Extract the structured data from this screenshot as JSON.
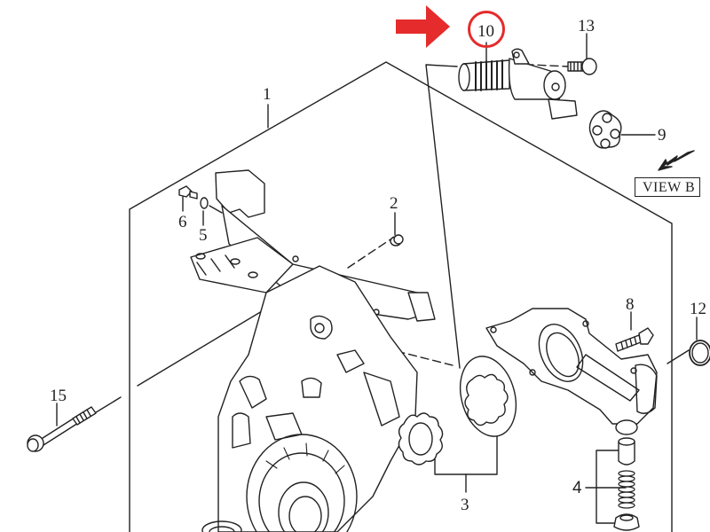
{
  "diagram": {
    "type": "exploded-parts-diagram",
    "subject": "oil pump / timing cover assembly with oil control valve",
    "accent_color": "#e52b2b",
    "line_color": "#222222",
    "background": "#ffffff",
    "highlight": {
      "part_number": "10",
      "marker": "red-circle",
      "pointer": "red-arrow"
    },
    "view_label": "VIEW B",
    "callouts": [
      {
        "id": "1",
        "label": "1"
      },
      {
        "id": "2",
        "label": "2"
      },
      {
        "id": "3",
        "label": "3"
      },
      {
        "id": "4",
        "label": "4"
      },
      {
        "id": "5",
        "label": "5"
      },
      {
        "id": "6",
        "label": "6"
      },
      {
        "id": "8",
        "label": "8"
      },
      {
        "id": "9",
        "label": "9"
      },
      {
        "id": "10",
        "label": "10"
      },
      {
        "id": "12",
        "label": "12"
      },
      {
        "id": "13",
        "label": "13"
      },
      {
        "id": "15",
        "label": "15"
      }
    ]
  }
}
